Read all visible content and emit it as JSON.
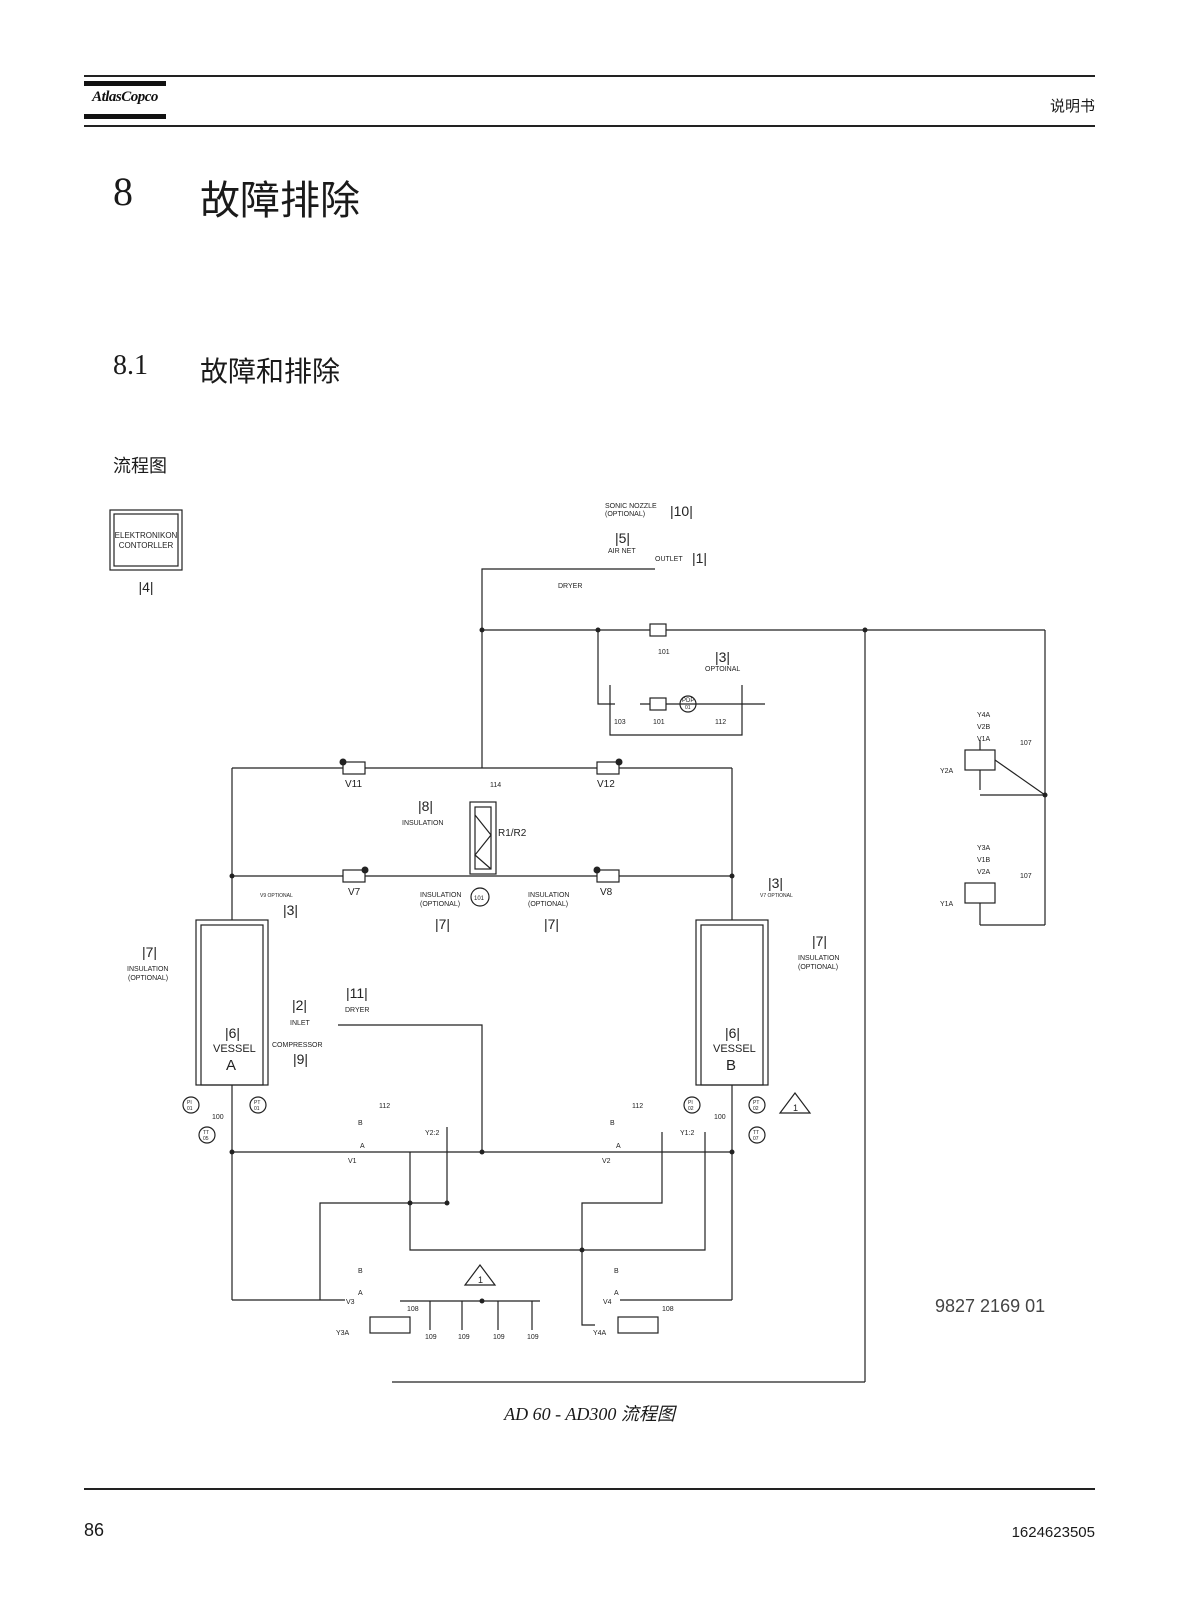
{
  "header": {
    "logo_text": "AtlasCopco",
    "right_text": "说明书"
  },
  "chapter": {
    "number": "8",
    "title": "故障排除"
  },
  "section": {
    "number": "8.1",
    "title": "故障和排除"
  },
  "subsection": {
    "title": "流程图"
  },
  "diagram": {
    "controller": {
      "line1": "ELEKTRONIKON",
      "line2": "CONTORLLER",
      "ref": "|4|"
    },
    "sonic_nozzle": {
      "line1": "SONIC NOZZLE",
      "line2": "(OPTIONAL)",
      "ref": "|10|"
    },
    "air_net": {
      "label": "AIR NET",
      "ref": "|5|"
    },
    "outlet": {
      "label": "OUTLET",
      "ref": "|1|"
    },
    "dryer_top": "DRYER",
    "optional_block": {
      "ref": "|3|",
      "label": "OPTOINAL"
    },
    "pdp": "PDP",
    "pdp_id": "01",
    "tag_101": "101",
    "tag_103": "103",
    "tag_112": "112",
    "tag_114": "114",
    "tag_100": "100",
    "tag_107": "107",
    "tag_108": "108",
    "tag_109": "109",
    "valve_v11": "V11",
    "valve_v12": "V12",
    "valve_v7": "V7",
    "valve_v8": "V8",
    "valve_v1": "V1",
    "valve_v2": "V2",
    "valve_v3": "V3",
    "valve_v4": "V4",
    "ref_8": "|8|",
    "insulation": "INSULATION",
    "r1r2": "R1/R2",
    "insulation_optional_l1": "INSULATION",
    "insulation_optional_l2": "(OPTIONAL)",
    "ref_7": "|7|",
    "ref_3": "|3|",
    "ref_2": "|2|",
    "ref_11": "|11|",
    "ref_9": "|9|",
    "ref_6": "|6|",
    "inlet": "INLET",
    "dryer": "DRYER",
    "compressor": "COMPRESSOR",
    "vessel": "VESSEL",
    "vessel_a": "A",
    "vessel_b": "B",
    "v9_optional": "V9 OPTIONAL",
    "v7_optional": "V7 OPTIONAL",
    "y_labels_top": [
      "Y4A",
      "V2B",
      "V1A"
    ],
    "y_labels_bottom": [
      "Y3A",
      "V1B",
      "V2A"
    ],
    "y2a": "Y2A",
    "y1a": "Y1A",
    "y22": "Y2:2",
    "y12": "Y1:2",
    "y3a": "Y3A",
    "y4a": "Y4A",
    "pi": "PI",
    "pt": "PT",
    "tt": "TT",
    "id_01": "01",
    "id_02": "02",
    "id_05": "05",
    "id_07": "07",
    "port_a": "A",
    "port_b": "B",
    "warning": "1",
    "drawing_no": "9827 2169 01"
  },
  "caption": "AD 60  -  AD300  流程图",
  "footer": {
    "page_number": "86",
    "doc_number": "1624623505"
  }
}
